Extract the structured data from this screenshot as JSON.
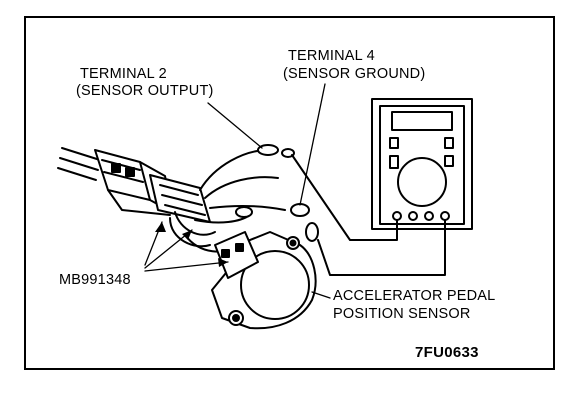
{
  "labels": {
    "terminal2_line1": "TERMINAL 2",
    "terminal2_line2": "(SENSOR OUTPUT)",
    "terminal4_line1": "TERMINAL 4",
    "terminal4_line2": "(SENSOR GROUND)",
    "tool": "MB991348",
    "sensor_line1": "ACCELERATOR PEDAL",
    "sensor_line2": "POSITION SENSOR",
    "figure_code": "7FU0633"
  }
}
